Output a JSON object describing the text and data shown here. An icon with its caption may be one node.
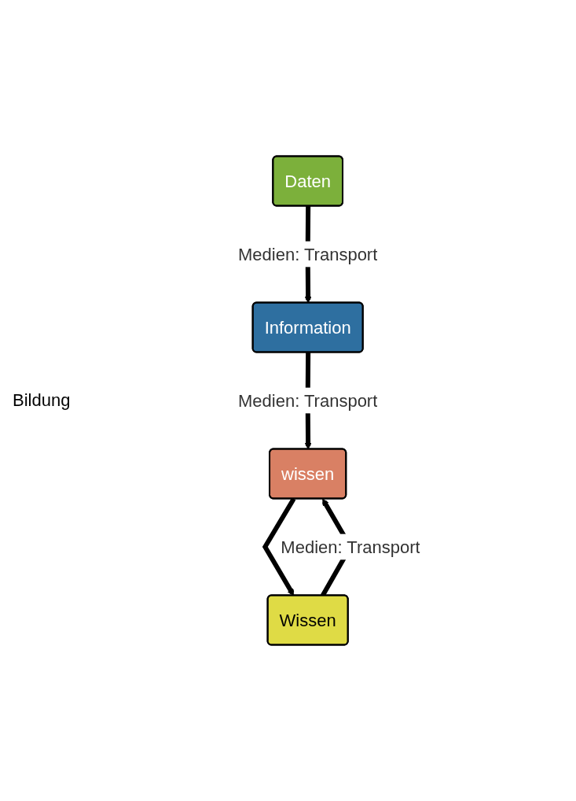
{
  "diagram": {
    "nodes": [
      {
        "text": [
          "Daten"
        ]
      },
      {
        "text": [
          "Information"
        ]
      },
      {
        "text": [
          "wissen"
        ]
      },
      {
        "text": [
          "Wissen"
        ]
      }
    ],
    "edges": [
      {
        "from": 0,
        "to": 1,
        "arrow": "to",
        "label": "Medien: Transport"
      },
      {
        "from": 1,
        "to": 2,
        "arrow": "to",
        "label": "Medien: Transport"
      },
      {
        "from": 2,
        "to": 3,
        "arrow": "to"
      },
      {
        "from": 3,
        "to": 2,
        "arrow": "to",
        "label": "Medien: Transport"
      }
    ],
    "labels": [
      "Bildung"
    ]
  }
}
